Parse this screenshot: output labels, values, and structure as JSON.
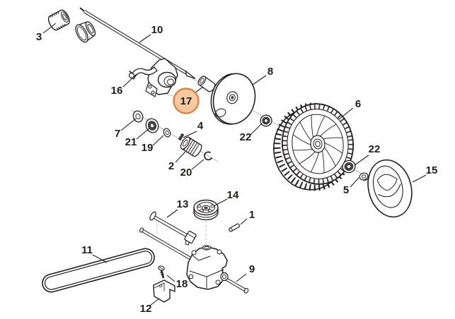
{
  "diagram": {
    "type": "exploded-parts-diagram",
    "subject": "lawn-mower-drive-and-wheel-assembly",
    "highlighted_part_number": "17",
    "colors": {
      "line": "#231f20",
      "background": "#ffffff",
      "highlight_fill": "#f5c9a0",
      "highlight_stroke": "#d8874b",
      "label_text": "#1d1d1b"
    },
    "callouts": [
      {
        "number": "3",
        "highlighted": false
      },
      {
        "number": "10",
        "highlighted": false
      },
      {
        "number": "16",
        "highlighted": false
      },
      {
        "number": "17",
        "highlighted": true
      },
      {
        "number": "8",
        "highlighted": false
      },
      {
        "number": "7",
        "highlighted": false
      },
      {
        "number": "21",
        "highlighted": false
      },
      {
        "number": "19",
        "highlighted": false
      },
      {
        "number": "4",
        "highlighted": false
      },
      {
        "number": "2",
        "highlighted": false
      },
      {
        "number": "20",
        "highlighted": false
      },
      {
        "number": "22",
        "highlighted": false
      },
      {
        "number": "6",
        "highlighted": false
      },
      {
        "number": "22",
        "highlighted": false
      },
      {
        "number": "5",
        "highlighted": false
      },
      {
        "number": "15",
        "highlighted": false
      },
      {
        "number": "14",
        "highlighted": false
      },
      {
        "number": "13",
        "highlighted": false
      },
      {
        "number": "1",
        "highlighted": false
      },
      {
        "number": "11",
        "highlighted": false
      },
      {
        "number": "9",
        "highlighted": false
      },
      {
        "number": "18",
        "highlighted": false
      },
      {
        "number": "12",
        "highlighted": false
      }
    ]
  }
}
